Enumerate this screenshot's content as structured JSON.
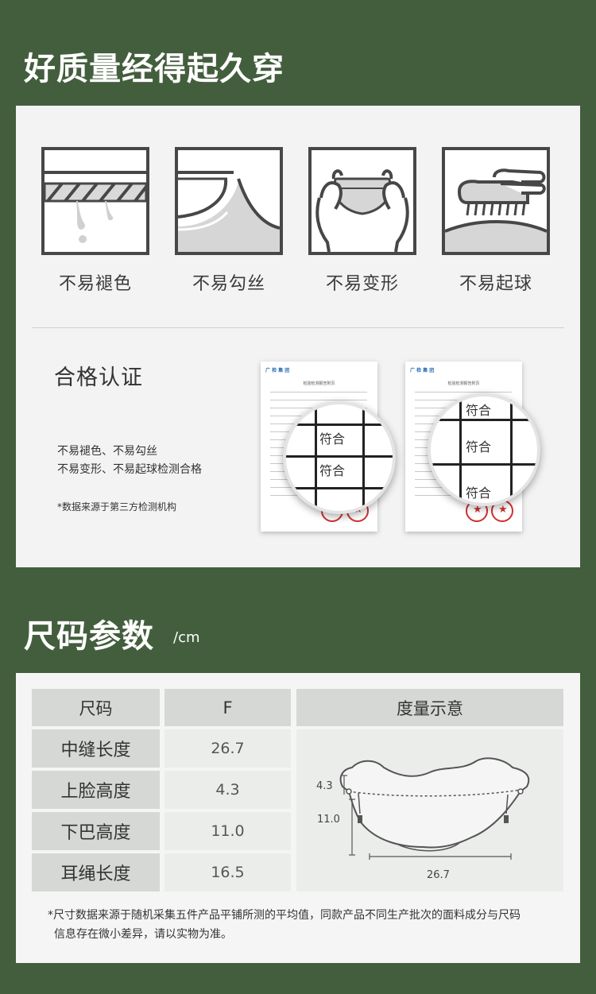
{
  "quality": {
    "title": "好质量经得起久穿",
    "features": [
      {
        "label": "不易褪色",
        "icon": "rope-fade-icon"
      },
      {
        "label": "不易勾丝",
        "icon": "fabric-snag-icon"
      },
      {
        "label": "不易变形",
        "icon": "hands-stretch-icon"
      },
      {
        "label": "不易起球",
        "icon": "brush-pilling-icon"
      }
    ],
    "cert_title": "合格认证",
    "cert_desc_line1": "不易褪色、不易勾丝",
    "cert_desc_line2": "不易变形、不易起球检测合格",
    "cert_note": "*数据来源于第三方检测机构",
    "report_header": "广 检 集 团",
    "report_title": "检验检测报告附页",
    "magnifier_text": "符合"
  },
  "size": {
    "title": "尺码参数",
    "unit": "/cm",
    "headers": [
      "尺码",
      "F",
      "度量示意"
    ],
    "rows": [
      {
        "label": "中缝长度",
        "value": "26.7"
      },
      {
        "label": "上脸高度",
        "value": "4.3"
      },
      {
        "label": "下巴高度",
        "value": "11.0"
      },
      {
        "label": "耳绳长度",
        "value": "16.5"
      }
    ],
    "diagram_dims": {
      "top": "4.3",
      "height": "11.0",
      "width": "26.7"
    },
    "footnote_line1": "*尺寸数据来源于随机采集五件产品平铺所测的平均值，同款产品不同生产批次的面料成分与尺码",
    "footnote_line2": "信息存在微小差异，请以实物为准。"
  }
}
